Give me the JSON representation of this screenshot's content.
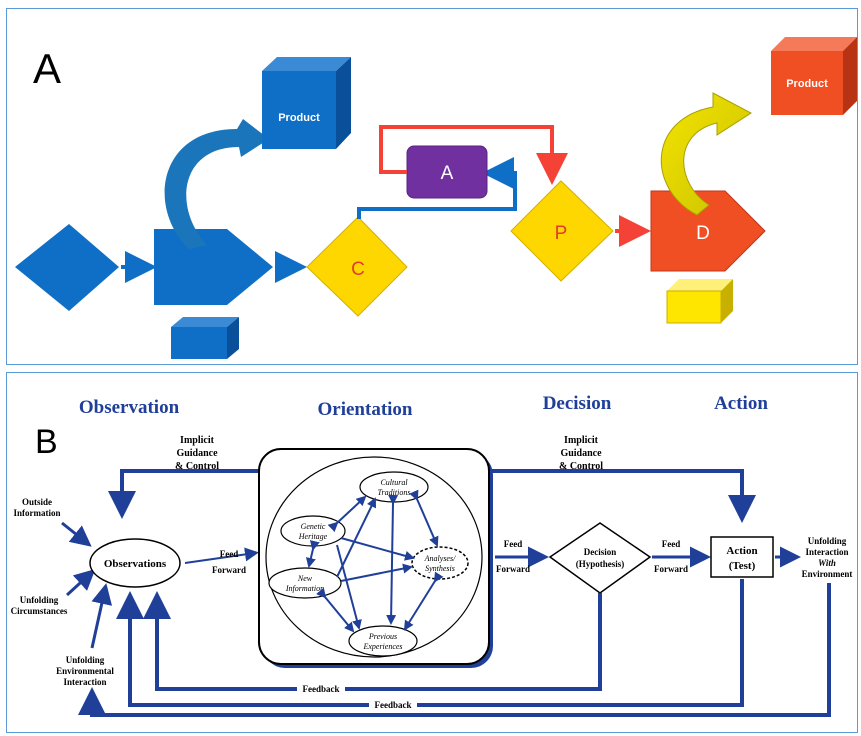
{
  "panel_a": {
    "label": "A",
    "product_blue": "Product",
    "product_red": "Product",
    "c": "C",
    "a": "A",
    "p": "P",
    "d": "D",
    "colors": {
      "blue": "#0f6fc6",
      "yellow": "#ffd700",
      "purple": "#7030a0",
      "red": "#f04e23",
      "orange_red": "#f44336"
    }
  },
  "panel_b": {
    "label": "B",
    "headings": {
      "observation": "Observation",
      "orientation": "Orientation",
      "decision": "Decision",
      "action": "Action"
    },
    "implicit_left": [
      "Implicit",
      "Guidance",
      "& Control"
    ],
    "implicit_right": [
      "Implicit",
      "Guidance",
      "& Control"
    ],
    "outside_information": [
      "Outside",
      "Information"
    ],
    "unfolding_circumstances": [
      "Unfolding",
      "Circumstances"
    ],
    "unfolding_env": [
      "Unfolding",
      "Environmental",
      "Interaction"
    ],
    "observations": "Observations",
    "feed_forward_1": [
      "Feed",
      "Forward"
    ],
    "feed_forward_2": [
      "Feed",
      "Forward"
    ],
    "feed_forward_3": [
      "Feed",
      "Forward"
    ],
    "cultural": [
      "Cultural",
      "Traditions"
    ],
    "genetic": [
      "Genetic",
      "Heritage"
    ],
    "new_info": [
      "New",
      "Information"
    ],
    "analysis": [
      "Analyses/",
      "Synthesis"
    ],
    "previous": [
      "Previous",
      "Experiences"
    ],
    "decision": [
      "Decision",
      "(Hypothesis)"
    ],
    "action": [
      "Action",
      "(Test)"
    ],
    "unfolding_interaction": [
      "Unfolding",
      "Interaction",
      "With",
      "Environment"
    ],
    "feedback_1": "Feedback",
    "feedback_2": "Feedback",
    "colors": {
      "arrow": "#1f3f99",
      "heading": "#1f3f99"
    }
  }
}
